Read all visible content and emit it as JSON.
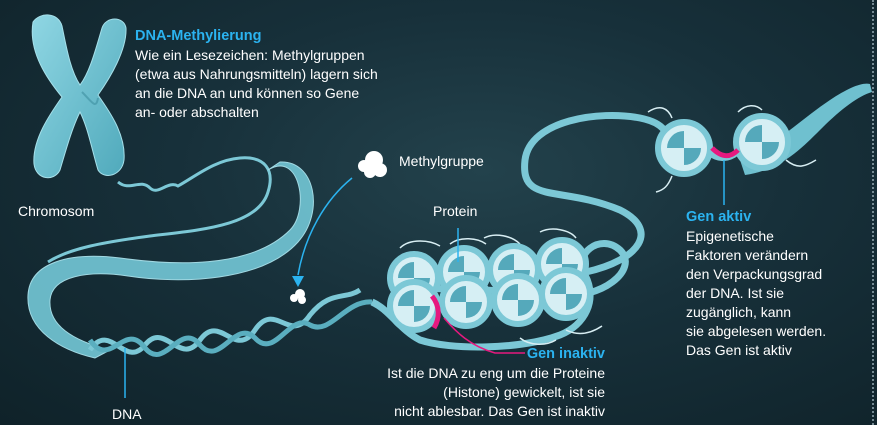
{
  "methylation": {
    "heading": "DNA-Methylierung",
    "lines": [
      "Wie ein Lesezeichen: Methylgruppen",
      "(etwa aus Nahrungsmitteln) lagern sich",
      "an die DNA an und können so Gene",
      "an- oder abschalten"
    ]
  },
  "labels": {
    "chromosome": "Chromosom",
    "methyl_group": "Methylgruppe",
    "protein": "Protein",
    "dna": "DNA"
  },
  "gene_inactive": {
    "heading": "Gen inaktiv",
    "lines": [
      "Ist die DNA zu eng um die Proteine",
      "(Histone) gewickelt, ist sie",
      "nicht ablesbar. Das Gen ist inaktiv"
    ]
  },
  "gene_active": {
    "heading": "Gen aktiv",
    "lines": [
      "Epigenetische",
      "Faktoren verändern",
      "den Verpackungsgrad",
      "der DNA. Ist sie",
      "zugänglich, kann",
      "sie abgelesen werden.",
      "Das Gen ist aktiv"
    ]
  },
  "colors": {
    "background": "#17303a",
    "dna_strand": "#7cc8d6",
    "highlight_blue": "#2bb3f0",
    "gene_marker": "#e6197f"
  }
}
